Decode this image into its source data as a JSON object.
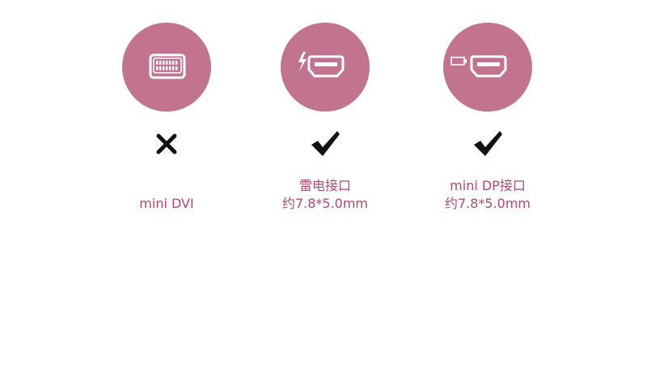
{
  "colors": {
    "circle": "#c27390",
    "port_outline": "#ffffff",
    "label": "#b04a6e",
    "mark": "#111111"
  },
  "ports": [
    {
      "icon": "mini-dvi-port-icon",
      "status_icon": "cross-icon",
      "label_lines": [
        "mini DVI"
      ]
    },
    {
      "icon": "thunderbolt-port-icon",
      "status_icon": "checkmark-icon",
      "label_lines": [
        "雷电接口",
        "约7.8*5.0mm"
      ]
    },
    {
      "icon": "mini-displayport-port-icon",
      "status_icon": "checkmark-icon",
      "label_lines": [
        "mini DP接口",
        "约7.8*5.0mm"
      ]
    }
  ]
}
